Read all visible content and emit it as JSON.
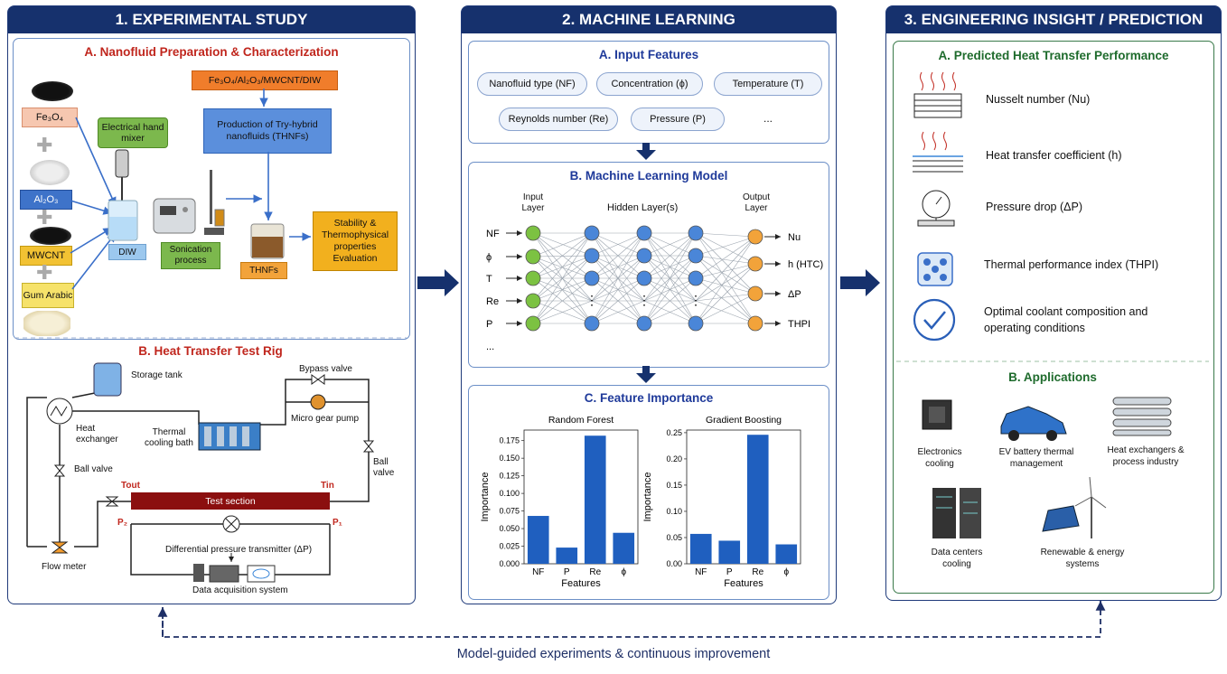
{
  "panels": {
    "p1": "1. EXPERIMENTAL STUDY",
    "p2": "2. MACHINE LEARNING",
    "p3": "3. ENGINEERING INSIGHT / PREDICTION"
  },
  "exp": {
    "a_title": "A. Nanofluid Preparation & Characterization",
    "materials": [
      "Fe₃O₄",
      "Al₂O₃",
      "MWCNT",
      "Gum Arabic"
    ],
    "mix_label": "Fe₃O₄/Al₂O₃/MWCNT/DIW",
    "mixer": "Electrical hand mixer",
    "production": "Production of Try-hybrid nanofluids (THNFs)",
    "diw": "DIW",
    "sonication": "Sonication process",
    "thnfs": "THNFs",
    "stability": "Stability & Thermophysical properties Evaluation",
    "b_title": "B. Heat Transfer Test Rig",
    "rig": {
      "storage": "Storage tank",
      "bypass": "Bypass valve",
      "heat_ex": "Heat exchanger",
      "bath": "Thermal cooling bath",
      "pump": "Micro gear pump",
      "ball1": "Ball valve",
      "ball2": "Ball valve",
      "tout": "Tout",
      "tin": "Tin",
      "test": "Test section",
      "p2": "P₂",
      "p1": "P₁",
      "dpt": "Differential pressure transmitter (ΔP)",
      "flow": "Flow meter",
      "daq": "Data acquisition system"
    }
  },
  "ml": {
    "a_title": "A. Input Features",
    "features": [
      "Nanofluid type (NF)",
      "Concentration (ϕ)",
      "Temperature (T)",
      "Reynolds number (Re)",
      "Pressure (P)",
      "..."
    ],
    "b_title": "B. Machine Learning Model",
    "input_layer": "Input Layer",
    "hidden": "Hidden Layer(s)",
    "output_layer": "Output Layer",
    "inputs": [
      "NF",
      "ϕ",
      "T",
      "Re",
      "P",
      "..."
    ],
    "outputs": [
      "Nu",
      "h (HTC)",
      "ΔP",
      "THPI"
    ],
    "c_title": "C. Feature Importance"
  },
  "chart_data": [
    {
      "type": "bar",
      "title": "Random Forest",
      "xlabel": "Features",
      "ylabel": "Importance",
      "categories": [
        "NF",
        "P",
        "Re",
        "ϕ"
      ],
      "values": [
        0.068,
        0.023,
        0.182,
        0.044
      ],
      "ylim": [
        0,
        0.19
      ],
      "yticks": [
        "0.000",
        "0.025",
        "0.050",
        "0.075",
        "0.100",
        "0.125",
        "0.150",
        "0.175"
      ],
      "ytick_values": [
        0,
        0.025,
        0.05,
        0.075,
        0.1,
        0.125,
        0.15,
        0.175
      ],
      "color": "#1f5fbf"
    },
    {
      "type": "bar",
      "title": "Gradient Boosting",
      "xlabel": "Features",
      "ylabel": "Importance",
      "categories": [
        "NF",
        "P",
        "Re",
        "ϕ"
      ],
      "values": [
        0.057,
        0.044,
        0.246,
        0.037
      ],
      "ylim": [
        0,
        0.255
      ],
      "yticks": [
        "0.00",
        "0.05",
        "0.10",
        "0.15",
        "0.20",
        "0.25"
      ],
      "ytick_values": [
        0,
        0.05,
        0.1,
        0.15,
        0.2,
        0.25
      ],
      "color": "#1f5fbf"
    }
  ],
  "insight": {
    "a_title": "A. Predicted Heat Transfer Performance",
    "items": [
      "Nusselt number (Nu)",
      "Heat transfer coefficient (h)",
      "Pressure drop (ΔP)",
      "Thermal performance index (THPI)",
      "Optimal coolant composition and operating conditions"
    ],
    "b_title": "B. Applications",
    "apps": [
      "Electronics cooling",
      "EV battery thermal management",
      "Heat exchangers & process industry",
      "Data centers cooling",
      "Renewable & energy systems"
    ]
  },
  "feedback": "Model-guided experiments & continuous improvement",
  "colors": {
    "navy": "#16316d",
    "red": "#c0261d",
    "orange": "#f2a33a",
    "green_node": "#7cc242",
    "blue_node": "#4a86d8",
    "bar": "#1f5fbf"
  }
}
